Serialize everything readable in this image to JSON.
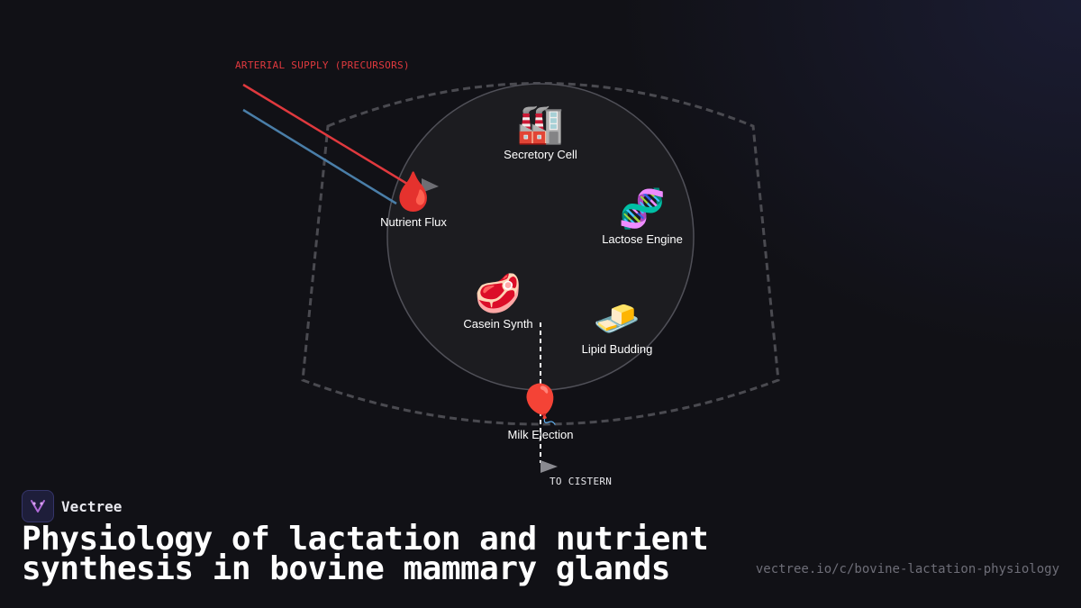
{
  "diagram": {
    "nodes": [
      {
        "id": "secretory-cell",
        "icon": "🏭",
        "label": "Secretory Cell"
      },
      {
        "id": "nutrient-flux",
        "icon": "🩸",
        "label": "Nutrient Flux"
      },
      {
        "id": "lactose-engine",
        "icon": "🧬",
        "label": "Lactose Engine"
      },
      {
        "id": "casein-synth",
        "icon": "🥩",
        "label": "Casein Synth"
      },
      {
        "id": "lipid-budding",
        "icon": "🧈",
        "label": "Lipid Budding"
      },
      {
        "id": "milk-ejection",
        "icon": "🎈",
        "label": "Milk Ejection"
      }
    ],
    "arterial_label": "ARTERIAL SUPPLY (PRECURSORS)",
    "cistern_label": "TO CISTERN",
    "colors": {
      "arterial": "#e0393e",
      "venous": "#4a7ea8",
      "arterial_text": "#e0393e",
      "outline": "#4a4a50",
      "cell_fill": "#1c1c20",
      "cell_stroke": "#505058"
    }
  },
  "brand": {
    "name": "Vectree"
  },
  "title": "Physiology of lactation and nutrient synthesis in bovine mammary glands",
  "url": "vectree.io/c/bovine-lactation-physiology"
}
